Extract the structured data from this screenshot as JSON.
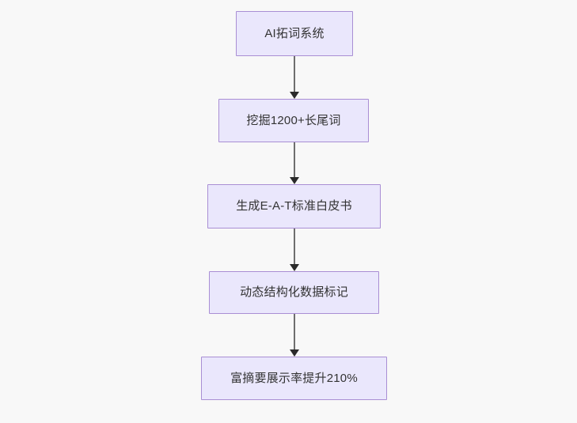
{
  "diagram": {
    "title_text": "",
    "background_color": "#f8f8f8",
    "node_fill_color": "#eae7fc",
    "node_border_color": "#a98ed4",
    "node_text_color": "#333333",
    "edge_line_color": "#6e6e6e",
    "edge_arrow_color": "#2a2a2a",
    "orientation": "top-to-bottom",
    "nodes": [
      {
        "id": "n1",
        "label": "AI拓词系统"
      },
      {
        "id": "n2",
        "label": "挖掘1200+长尾词"
      },
      {
        "id": "n3",
        "label": "生成E-A-T标准白皮书"
      },
      {
        "id": "n4",
        "label": "动态结构化数据标记"
      },
      {
        "id": "n5",
        "label": "富摘要展示率提升210%"
      }
    ],
    "edges": [
      {
        "from": "n1",
        "to": "n2",
        "label": ""
      },
      {
        "from": "n2",
        "to": "n3",
        "label": ""
      },
      {
        "from": "n3",
        "to": "n4",
        "label": ""
      },
      {
        "from": "n4",
        "to": "n5",
        "label": ""
      }
    ]
  }
}
